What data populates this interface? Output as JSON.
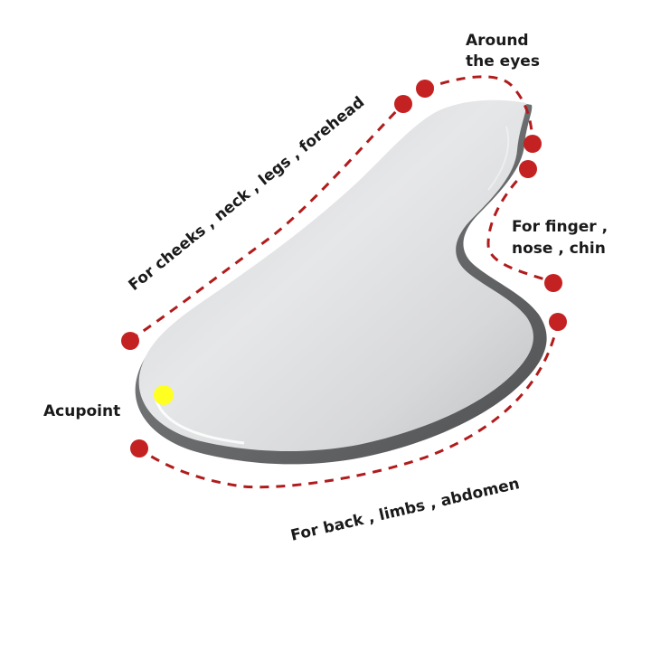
{
  "labels": {
    "around_line1": "Around",
    "around_line2": "the eyes",
    "cheeks": "For cheeks , neck , legs , forehead",
    "finger_line1": "For finger ,",
    "finger_line2": "nose , chin",
    "acupoint": "Acupoint",
    "back": "For back , limbs , abdomen"
  },
  "colors": {
    "dash_line": "#b01c1c",
    "dot": "#c42222",
    "acupoint_dot": "#ffff22",
    "text": "#1a1a1a"
  }
}
